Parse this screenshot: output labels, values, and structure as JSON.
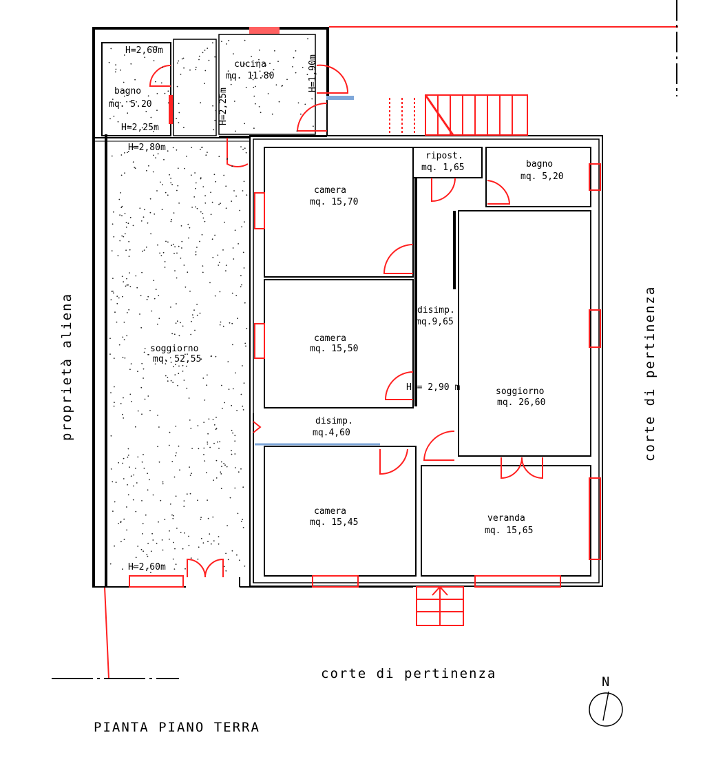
{
  "plan_title": "PIANTA PIANO TERRA",
  "north_label": "N",
  "outside": {
    "left": "proprietà aliena",
    "right": "corte di pertinenza",
    "bottom": "corte di pertinenza"
  },
  "rooms": {
    "bagno_annex": {
      "name": "bagno",
      "area": "mq. 5.20"
    },
    "cucina": {
      "name": "cucina",
      "area": "mq. 11.80"
    },
    "soggiorno_left": {
      "name": "soggiorno",
      "area": "mq. 52,55"
    },
    "camera_1": {
      "name": "camera",
      "area": "mq. 15,70"
    },
    "camera_2": {
      "name": "camera",
      "area": "mq. 15,50"
    },
    "camera_3": {
      "name": "camera",
      "area": "mq. 15,45"
    },
    "ripost": {
      "name": "ripost.",
      "area": "mq. 1,65"
    },
    "bagno_main": {
      "name": "bagno",
      "area": "mq. 5,20"
    },
    "disimp_1": {
      "name": "disimp.",
      "area": "mq.9,65"
    },
    "disimp_2": {
      "name": "disimp.",
      "area": "mq.4,60"
    },
    "soggiorno_main": {
      "name": "soggiorno",
      "area": "mq. 26,60"
    },
    "veranda": {
      "name": "veranda",
      "area": "mq. 15,65"
    }
  },
  "heights": {
    "bagno_top": "H=2,60m",
    "bagno_bottom": "H=2,25m",
    "cucina_mid": "H=2,25m",
    "cucina_right": "H=1,90m",
    "soggiorno_top": "H=2,80m",
    "soggiorno_bottom": "H=2,60m",
    "main": "H = 2,90 m"
  }
}
